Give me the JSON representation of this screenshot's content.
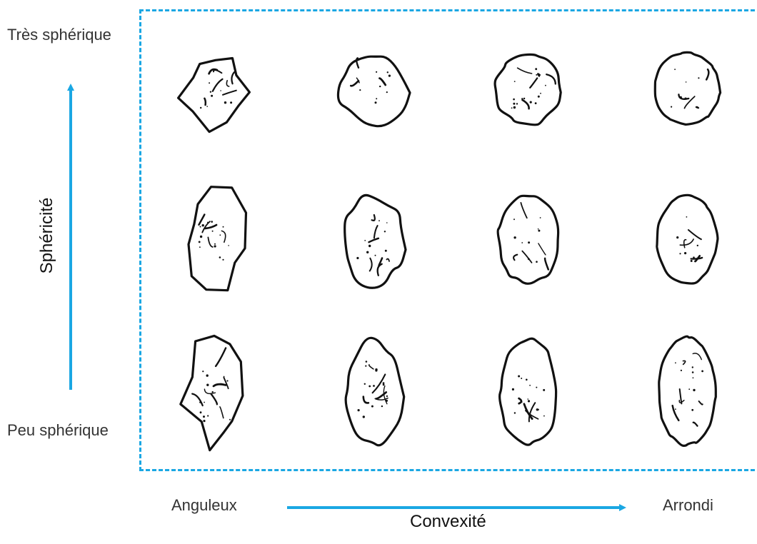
{
  "y_axis": {
    "title": "Sphéricité",
    "top_label": "Très sphérique",
    "bottom_label": "Peu sphérique"
  },
  "x_axis": {
    "title": "Convexité",
    "left_label": "Anguleux",
    "right_label": "Arrondi"
  },
  "colors": {
    "accent": "#1aa7e3",
    "ink": "#111111"
  },
  "grid": {
    "rows": 3,
    "columns": 4,
    "row_order": [
      "Très sphérique",
      "",
      "Peu sphérique"
    ],
    "column_order": [
      "Anguleux",
      "",
      "",
      "Arrondi"
    ]
  }
}
